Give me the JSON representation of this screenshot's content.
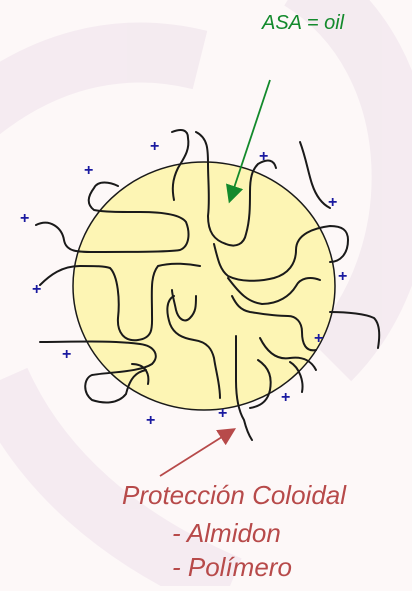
{
  "oil_label": "ASA = oil",
  "protection": {
    "title": "Protección Coloidal",
    "items": [
      "- Almidon",
      "- Polímero"
    ]
  },
  "charge_symbol": "+",
  "colors": {
    "oil_droplet": "#fdf5b4",
    "outline": "#1a1a1a",
    "oil_label": "#138a2c",
    "oil_arrow": "#138a2c",
    "protection_text": "#b74a4a",
    "protection_arrow": "#b74a4a",
    "charge": "#1a1aa0",
    "background_swirl": "#f1e6ee"
  }
}
